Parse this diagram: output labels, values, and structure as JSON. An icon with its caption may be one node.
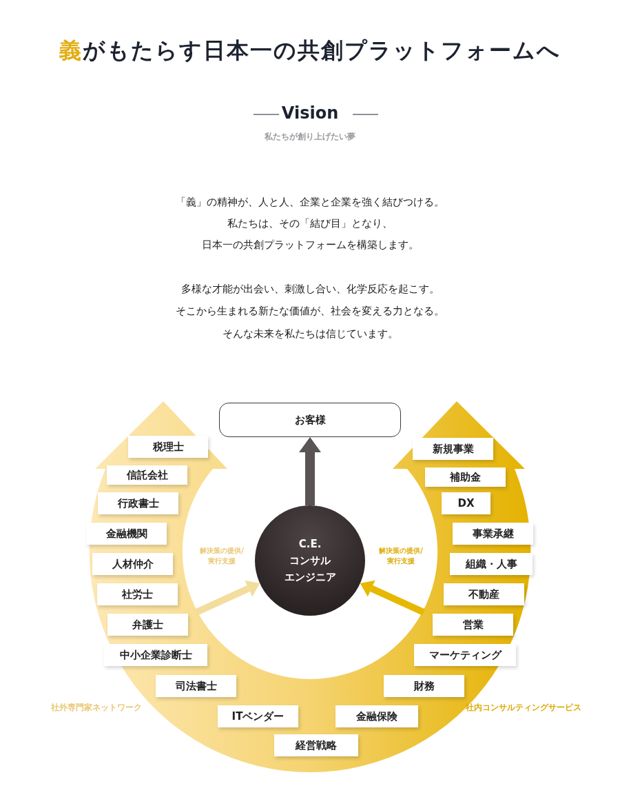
{
  "diagram": {
    "title": "義がもたらす日本一の共創プラットフォームへ",
    "nodes": [
      {
        "text": [
          "お客様"
        ]
      },
      {
        "text": [
          "C.E.",
          "コンサル",
          "エンジニア"
        ]
      },
      {
        "text": [],
        "shape": "band"
      },
      {
        "text": [],
        "shape": "band"
      },
      {
        "text": [
          "税理士"
        ],
        "in": 2
      },
      {
        "text": [
          "信託会社"
        ],
        "in": 2
      },
      {
        "text": [
          "行政書士"
        ],
        "in": 2
      },
      {
        "text": [
          "金融機関"
        ],
        "in": 2
      },
      {
        "text": [
          "人材仲介"
        ],
        "in": 2
      },
      {
        "text": [
          "社労士"
        ],
        "in": 2
      },
      {
        "text": [
          "弁護士"
        ],
        "in": 2
      },
      {
        "text": [
          "中小企業診断士"
        ],
        "in": 2
      },
      {
        "text": [
          "司法書士"
        ],
        "in": 2
      },
      {
        "text": [
          "ITベンダー"
        ],
        "in": 2
      },
      {
        "text": [
          "経営戦略"
        ]
      },
      {
        "text": [
          "新規事業"
        ],
        "in": 3
      },
      {
        "text": [
          "補助金"
        ],
        "in": 3
      },
      {
        "text": [
          "DX"
        ],
        "in": 3
      },
      {
        "text": [
          "事業承継"
        ],
        "in": 3
      },
      {
        "text": [
          "組織・人事"
        ],
        "in": 3
      },
      {
        "text": [
          "不動産"
        ],
        "in": 3
      },
      {
        "text": [
          "営業"
        ],
        "in": 3
      },
      {
        "text": [
          "マーケティング"
        ],
        "in": 3
      },
      {
        "text": [
          "財務"
        ],
        "in": 3
      },
      {
        "text": [
          "金融保険"
        ],
        "in": 3
      }
    ],
    "edges": [
      {
        "from": 1,
        "to": 0,
        "arrow": "to",
        "color": "#5a5454"
      },
      {
        "from": 2,
        "to": 1,
        "arrow": "to",
        "label": "解決策の提供/実行支援",
        "color": "#f2dd9c"
      },
      {
        "from": 3,
        "to": 1,
        "arrow": "to",
        "label": "解決策の提供/実行支援",
        "color": "#e6b800"
      }
    ],
    "labels": [
      "Vision",
      "私たちが創り上げたい夢",
      "「義」の精神が、人と人、企業と企業を強く結びつける。",
      "私たちは、その「結び目」となり、",
      "日本一の共創プラットフォームを構築します。",
      "多様な才能が出会い、刺激し合い、化学反応を起こす。",
      "そこから生まれる新たな価値が、社会を変える力となる。",
      "そんな未来を私たちは信じています。",
      "社外専門家ネットワーク",
      "社内コンサルティングサービス"
    ]
  }
}
